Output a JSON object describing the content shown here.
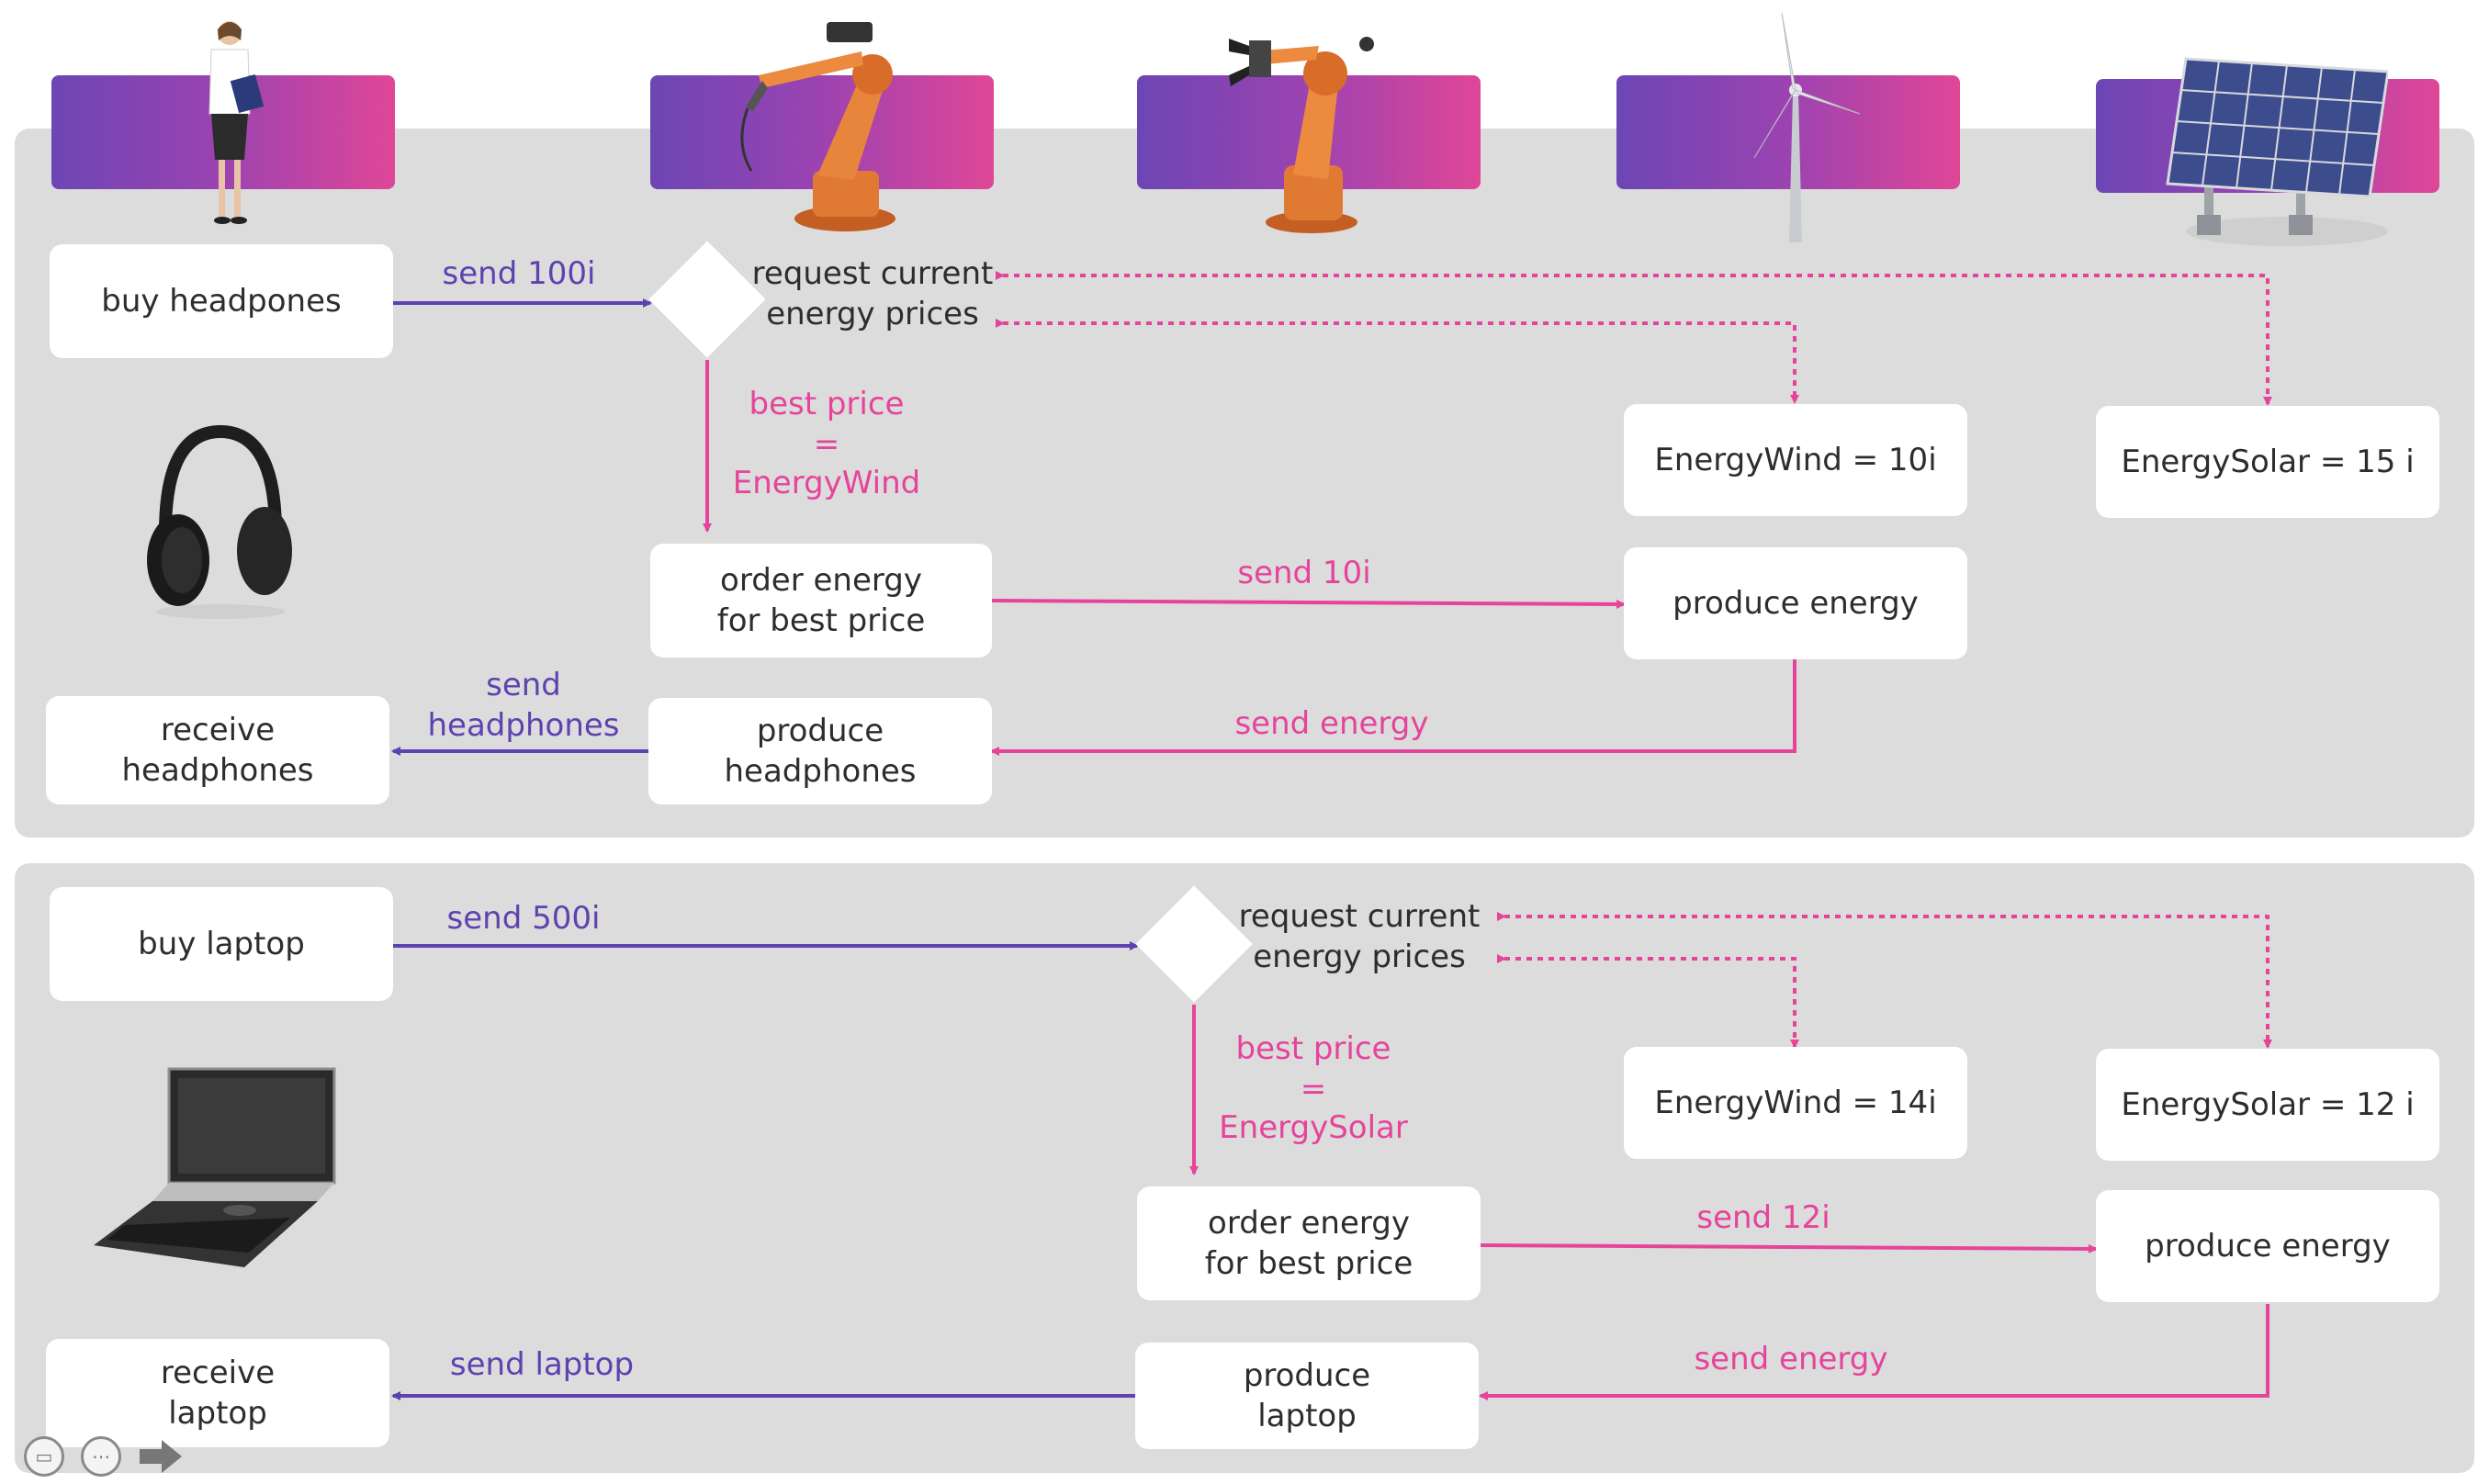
{
  "colors": {
    "purple_flow": "#5d42b0",
    "pink_flow": "#e6449b",
    "panel": "#dcdcdc",
    "header_gradient": [
      "#6c46b4",
      "#e04697"
    ]
  },
  "icons": {
    "actors": [
      "person-icon",
      "robot-arm-icon",
      "robot-gripper-icon",
      "wind-turbine-icon",
      "solar-panel-icon"
    ],
    "products": [
      "headphones-icon",
      "laptop-icon"
    ],
    "controls": [
      "subtitles-icon",
      "more-options-icon",
      "next-arrow-icon"
    ]
  },
  "scenario1": {
    "buy": "buy headpones",
    "send_payment": "send 100i",
    "request": "request current\nenergy prices",
    "best_price_1": "best price",
    "best_price_2": "=",
    "best_price_3": "EnergyWind",
    "wind_price": "EnergyWind = 10i",
    "solar_price": "EnergySolar = 15 i",
    "order": "order energy\nfor best price",
    "send_price": "send 10i",
    "produce_energy": "produce energy",
    "send_energy": "send energy",
    "produce_product": "produce\nheadphones",
    "send_product": "send\nheadphones",
    "receive": "receive\nheadphones"
  },
  "scenario2": {
    "buy": "buy laptop",
    "send_payment": "send 500i",
    "request": "request current\nenergy prices",
    "best_price_1": "best price",
    "best_price_2": "=",
    "best_price_3": "EnergySolar",
    "wind_price": "EnergyWind = 14i",
    "solar_price": "EnergySolar = 12 i",
    "order": "order energy\nfor best price",
    "send_price": "send 12i",
    "produce_energy": "produce energy",
    "send_energy": "send energy",
    "produce_product": "produce\nlaptop",
    "send_product": "send laptop",
    "receive": "receive\nlaptop"
  }
}
